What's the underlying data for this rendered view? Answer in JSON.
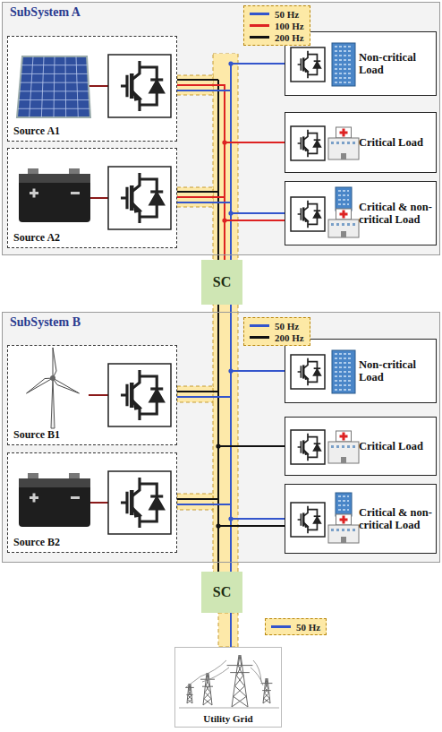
{
  "diagram": {
    "nodes": [
      {
        "text": [
          "SubSystem A"
        ]
      },
      {
        "text": [
          "Source A1"
        ],
        "in": 0
      },
      {
        "text": [
          "Source A2"
        ],
        "in": 0
      },
      {
        "text": [
          "Non-critical Load"
        ],
        "in": 0
      },
      {
        "text": [
          "Critical Load"
        ],
        "in": 0
      },
      {
        "text": [
          "Critical & non-critical Load"
        ],
        "in": 0
      },
      {
        "text": [
          "SC"
        ]
      },
      {
        "text": [
          "SubSystem B"
        ]
      },
      {
        "text": [
          "Source B1"
        ],
        "in": 7
      },
      {
        "text": [
          "Source B2"
        ],
        "in": 7
      },
      {
        "text": [
          "Non-critical Load"
        ],
        "in": 7
      },
      {
        "text": [
          "Critical Load"
        ],
        "in": 7
      },
      {
        "text": [
          "Critical & non-critical Load"
        ],
        "in": 7
      },
      {
        "text": [
          "SC"
        ]
      },
      {
        "text": [
          "Utility Grid"
        ]
      }
    ],
    "edges": [
      {
        "from": 1,
        "to": 3,
        "arrow": "none"
      },
      {
        "from": 1,
        "to": 4,
        "arrow": "none"
      },
      {
        "from": 1,
        "to": 5,
        "arrow": "none"
      },
      {
        "from": 2,
        "to": 3,
        "arrow": "none"
      },
      {
        "from": 2,
        "to": 4,
        "arrow": "none"
      },
      {
        "from": 2,
        "to": 5,
        "arrow": "none"
      },
      {
        "from": 0,
        "to": 6,
        "arrow": "none"
      },
      {
        "from": 6,
        "to": 7,
        "arrow": "none"
      },
      {
        "from": 8,
        "to": 10,
        "arrow": "none"
      },
      {
        "from": 8,
        "to": 11,
        "arrow": "none"
      },
      {
        "from": 8,
        "to": 12,
        "arrow": "none"
      },
      {
        "from": 9,
        "to": 10,
        "arrow": "none"
      },
      {
        "from": 9,
        "to": 11,
        "arrow": "none"
      },
      {
        "from": 9,
        "to": 12,
        "arrow": "none"
      },
      {
        "from": 7,
        "to": 13,
        "arrow": "none"
      },
      {
        "from": 13,
        "to": 14,
        "arrow": "none"
      }
    ],
    "legend": [
      {
        "text": "50 Hz",
        "color": "#3355cc"
      },
      {
        "text": "100 Hz",
        "color": "#dd2222"
      },
      {
        "text": "200 Hz",
        "color": "#111111"
      },
      {
        "text": "50 Hz",
        "color": "#3355cc"
      },
      {
        "text": "200 Hz",
        "color": "#111111"
      },
      {
        "text": "50 Hz",
        "color": "#3355cc"
      }
    ]
  }
}
